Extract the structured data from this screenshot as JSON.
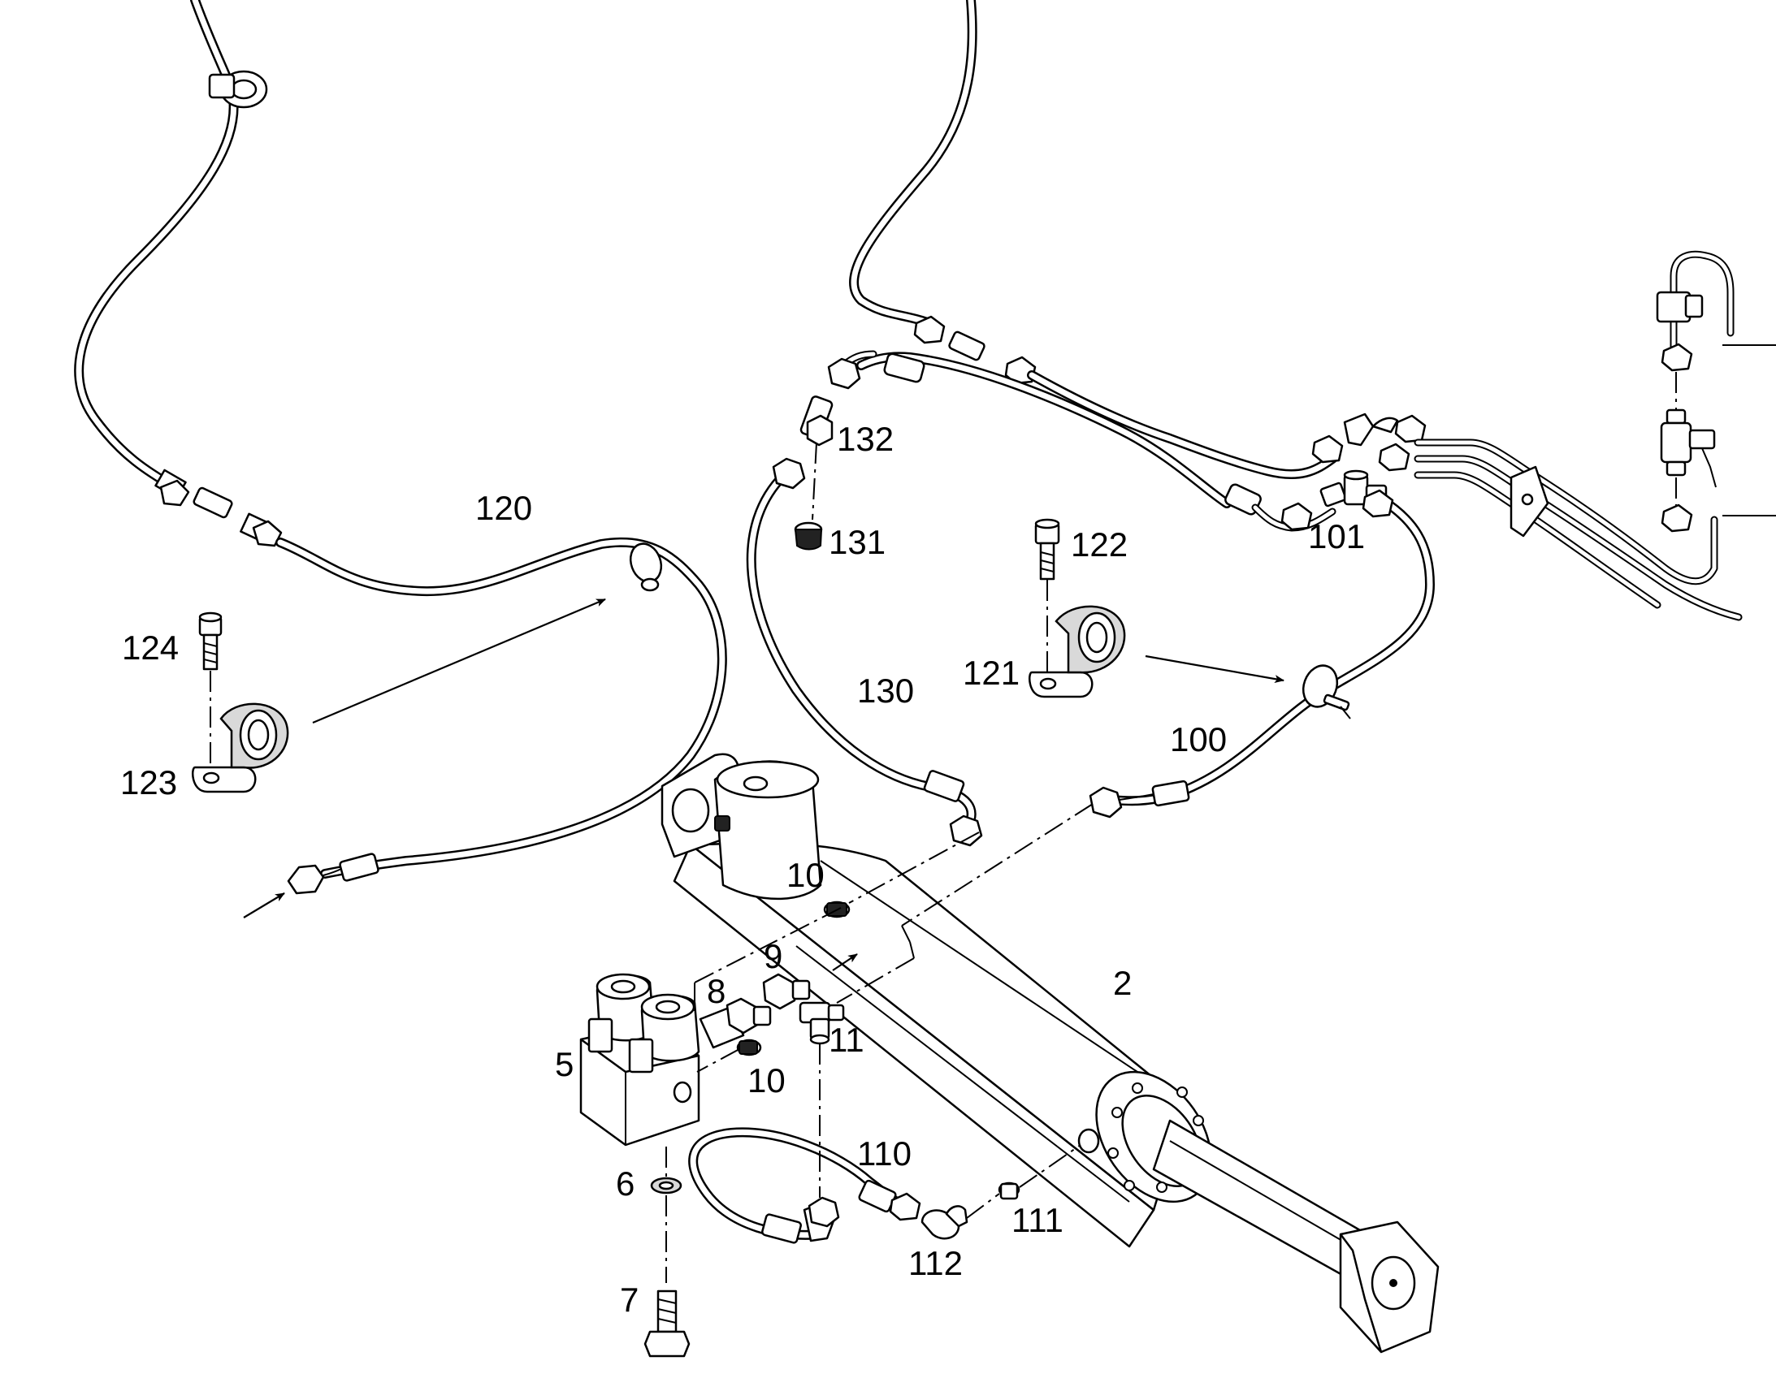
{
  "callouts": {
    "c2": "2",
    "c5": "5",
    "c6": "6",
    "c7": "7",
    "c8": "8",
    "c9": "9",
    "c10a": "10",
    "c10b": "10",
    "c11": "11",
    "c100": "100",
    "c101": "101",
    "c110": "110",
    "c111": "111",
    "c112": "112",
    "c120": "120",
    "c121": "121",
    "c122": "122",
    "c123": "123",
    "c124": "124",
    "c130": "130",
    "c131": "131",
    "c132": "132"
  }
}
